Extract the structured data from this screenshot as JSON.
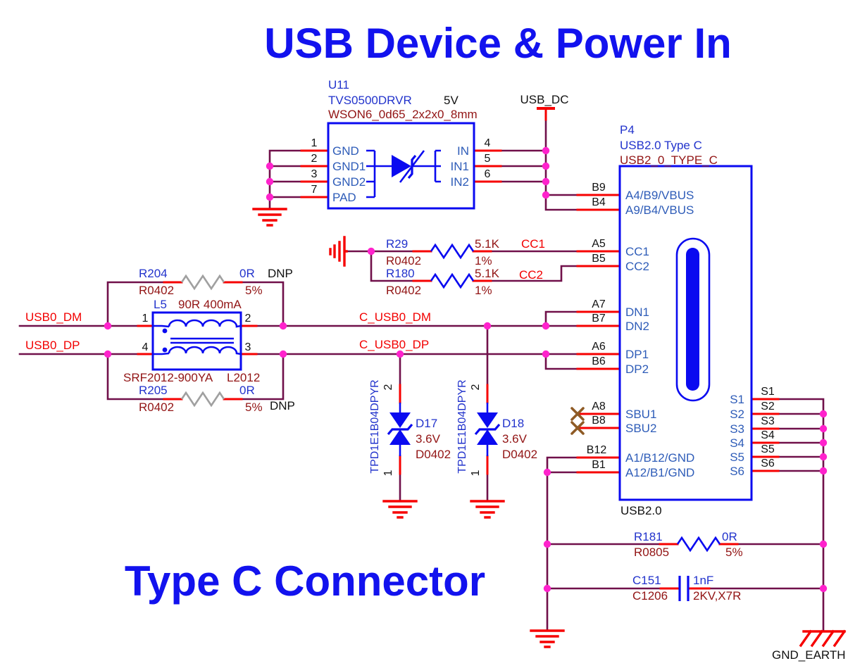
{
  "titles": {
    "top": "USB Device & Power In",
    "bottom": "Type C Connector"
  },
  "colors": {
    "wire": "#70104A",
    "pin_stub": "#F60000",
    "junction": "#FF22CC",
    "symbol": "#0A0AF0",
    "refdes_text": "#2233CC",
    "pin_name_text": "#2E5CB8",
    "attr_text": "#921414",
    "net_label": "#F20000",
    "plain_text": "#111111",
    "dnp_body": "#A0A0A0",
    "no_connect": "#8F5B25",
    "title": "#1212EE"
  },
  "nets": {
    "usb_dc": "USB_DC",
    "usb0_dm": "USB0_DM",
    "usb0_dp": "USB0_DP",
    "c_usb0_dm": "C_USB0_DM",
    "c_usb0_dp": "C_USB0_DP",
    "cc1": "CC1",
    "cc2": "CC2",
    "gnd_earth": "GND_EARTH"
  },
  "u11": {
    "refdes": "U11",
    "part": "TVS0500DRVR",
    "value": "5V",
    "footprint": "WSON6_0d65_2x2x0_8mm",
    "left_pins": [
      {
        "num": "1",
        "name": "GND"
      },
      {
        "num": "2",
        "name": "GND1"
      },
      {
        "num": "3",
        "name": "GND2"
      },
      {
        "num": "7",
        "name": "PAD"
      }
    ],
    "right_pins": [
      {
        "num": "4",
        "name": "IN"
      },
      {
        "num": "5",
        "name": "IN1"
      },
      {
        "num": "6",
        "name": "IN2"
      }
    ]
  },
  "p4": {
    "refdes": "P4",
    "description": "USB2.0 Type C",
    "footprint": "USB2_0_TYPE_C",
    "sub_label": "USB2.0",
    "left_pins": [
      {
        "num": "B9",
        "name": "A4/B9/VBUS"
      },
      {
        "num": "B4",
        "name": "A9/B4/VBUS"
      },
      {
        "num": "A5",
        "name": "CC1"
      },
      {
        "num": "B5",
        "name": "CC2"
      },
      {
        "num": "A7",
        "name": "DN1"
      },
      {
        "num": "B7",
        "name": "DN2"
      },
      {
        "num": "A6",
        "name": "DP1"
      },
      {
        "num": "B6",
        "name": "DP2"
      },
      {
        "num": "A8",
        "name": "SBU1"
      },
      {
        "num": "B8",
        "name": "SBU2"
      },
      {
        "num": "B12",
        "name": "A1/B12/GND"
      },
      {
        "num": "B1",
        "name": "A12/B1/GND"
      }
    ],
    "right_pins": [
      {
        "num": "S1",
        "name": "S1"
      },
      {
        "num": "S2",
        "name": "S2"
      },
      {
        "num": "S3",
        "name": "S3"
      },
      {
        "num": "S4",
        "name": "S4"
      },
      {
        "num": "S5",
        "name": "S5"
      },
      {
        "num": "S6",
        "name": "S6"
      }
    ]
  },
  "l5": {
    "refdes": "L5",
    "value": "90R 400mA",
    "part": "SRF2012-900YA",
    "footprint": "L2012",
    "pin_tl": "1",
    "pin_tr": "2",
    "pin_bl": "4",
    "pin_br": "3"
  },
  "resistors": {
    "r29": {
      "refdes": "R29",
      "footprint": "R0402",
      "value": "5.1K",
      "tolerance": "1%"
    },
    "r180": {
      "refdes": "R180",
      "footprint": "R0402",
      "value": "5.1K",
      "tolerance": "1%"
    },
    "r204": {
      "refdes": "R204",
      "footprint": "R0402",
      "value": "0R",
      "tolerance": "5%",
      "dnp": "DNP"
    },
    "r205": {
      "refdes": "R205",
      "footprint": "R0402",
      "value": "0R",
      "tolerance": "5%",
      "dnp": "DNP"
    },
    "r181": {
      "refdes": "R181",
      "footprint": "R0805",
      "value": "0R",
      "tolerance": "5%"
    }
  },
  "diodes": {
    "d17": {
      "refdes": "D17",
      "part": "TPD1E1B04DPYR",
      "value": "3.6V",
      "footprint": "D0402",
      "pin_top": "2",
      "pin_bottom": "1"
    },
    "d18": {
      "refdes": "D18",
      "part": "TPD1E1B04DPYR",
      "value": "3.6V",
      "footprint": "D0402",
      "pin_top": "2",
      "pin_bottom": "1"
    }
  },
  "c151": {
    "refdes": "C151",
    "footprint": "C1206",
    "value": "1nF",
    "rating": "2KV,X7R"
  }
}
